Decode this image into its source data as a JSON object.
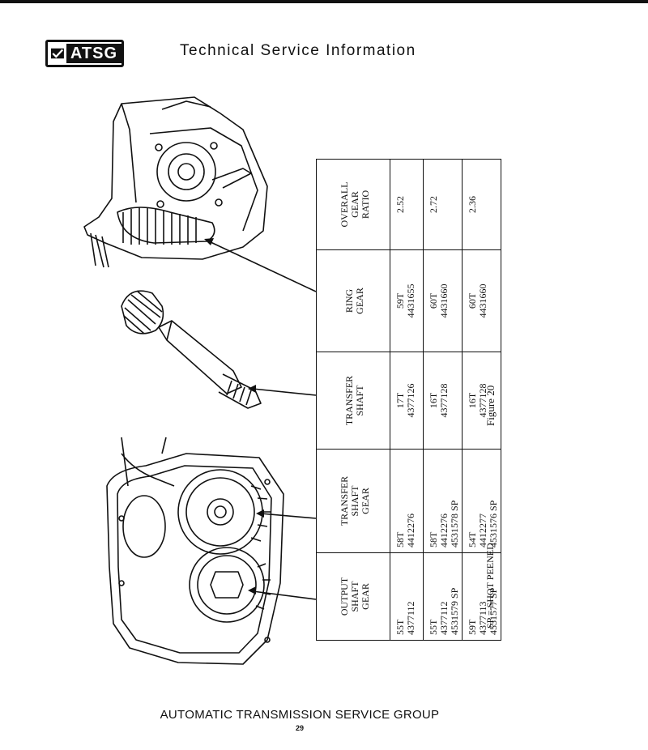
{
  "header": {
    "logo_text": "ATSG",
    "title": "Technical Service Information"
  },
  "table": {
    "headers": [
      [
        "OUTPUT",
        "SHAFT",
        "GEAR"
      ],
      [
        "TRANSFER",
        "SHAFT",
        "GEAR"
      ],
      [
        "TRANSFER",
        "SHAFT"
      ],
      [
        "RING",
        "GEAR"
      ],
      [
        "OVERALL",
        "GEAR",
        "RATIO"
      ]
    ],
    "rows": [
      [
        [
          "55T",
          "4377112"
        ],
        [
          "58T",
          "4412276"
        ],
        [
          "17T",
          "4377126"
        ],
        [
          "59T",
          "4431655"
        ],
        [
          "2.52"
        ]
      ],
      [
        [
          "55T",
          "4377112",
          "4531579 SP"
        ],
        [
          "58T",
          "4412276",
          "4531578 SP"
        ],
        [
          "16T",
          "4377128"
        ],
        [
          "60T",
          "4431660"
        ],
        [
          "2.72"
        ]
      ],
      [
        [
          "59T",
          "4377113",
          "4531577 SP"
        ],
        [
          "54T",
          "4412277",
          "4531576 SP"
        ],
        [
          "16T",
          "4377128"
        ],
        [
          "60T",
          "4431660"
        ],
        [
          "2.36"
        ]
      ]
    ]
  },
  "figure_label": "Figure 20",
  "sp_note": "SP = SHOT PEENED",
  "footer": {
    "title": "AUTOMATIC TRANSMISSION SERVICE GROUP",
    "page_number": "29"
  }
}
